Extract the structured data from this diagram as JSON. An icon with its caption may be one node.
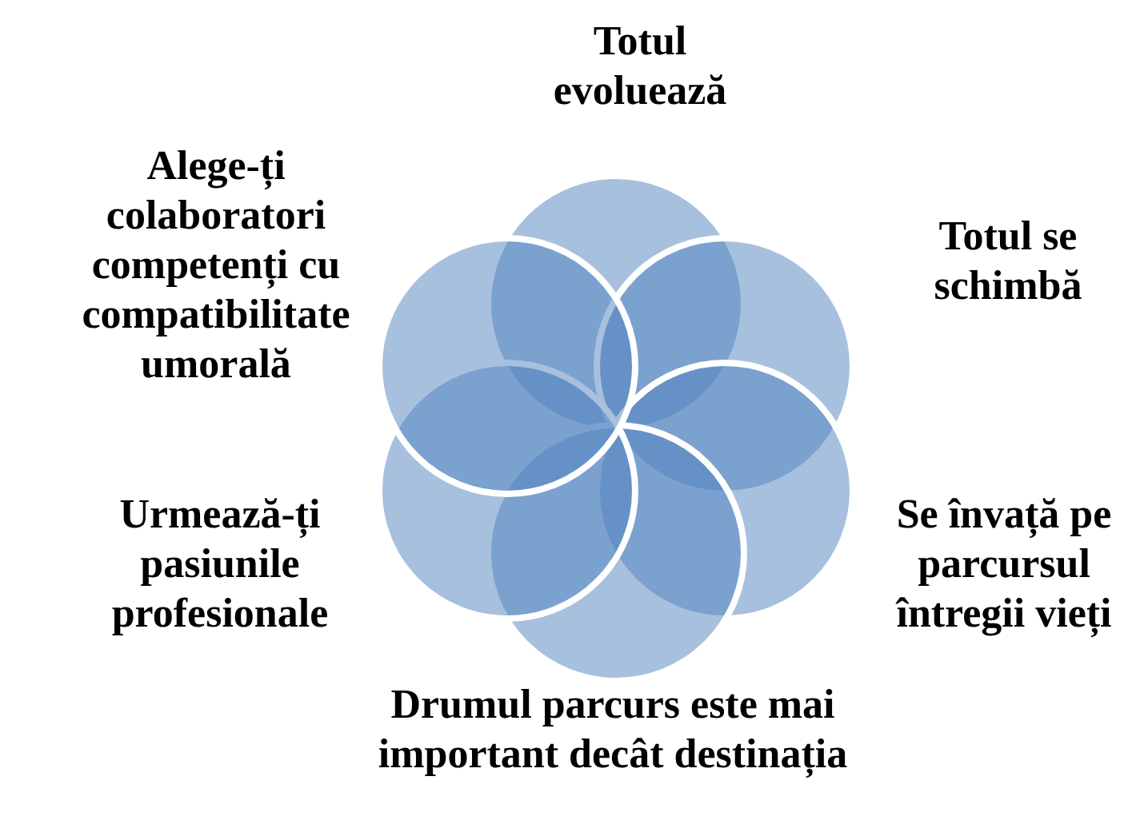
{
  "diagram": {
    "nodes": [
      {
        "text": [],
        "shape": "circle",
        "beside": [
          "Totul evoluează"
        ]
      },
      {
        "text": [],
        "shape": "circle",
        "beside": [
          "Totul se schimbă"
        ]
      },
      {
        "text": [],
        "shape": "circle",
        "beside": [
          "Se învață pe parcursul întregii vieți"
        ]
      },
      {
        "text": [],
        "shape": "circle",
        "beside": [
          "Drumul parcurs este mai important decât destinația"
        ]
      },
      {
        "text": [],
        "shape": "circle",
        "beside": [
          "Urmează-ți pasiunile profesionale"
        ]
      },
      {
        "text": [],
        "shape": "circle",
        "beside": [
          "Alege-ți colaboratori competenți cu compatibilitate umorală"
        ]
      }
    ]
  }
}
